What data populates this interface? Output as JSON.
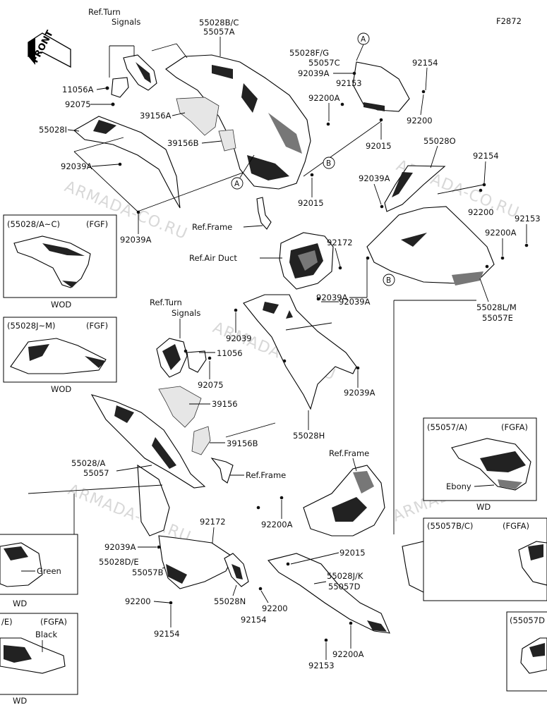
{
  "figure_code": "F2872",
  "front_arrow": "FRONT",
  "watermark": "ARMADA-CO.RU",
  "labels": {
    "ref_turn_signals_top_1": "Ref.Turn",
    "ref_turn_signals_top_2": "Signals",
    "p_11056A": "11056A",
    "p_92075_top": "92075",
    "p_55028I": "55028I",
    "p_92039A_left": "92039A",
    "p_92039A_bottom_left": "92039A",
    "p_55028BC": "55028B/C",
    "p_55057A": "55057A",
    "p_39156A": "39156A",
    "p_39156B_top": "39156B",
    "p_ref_frame_top": "Ref.Frame",
    "p_92015_mid": "92015",
    "p_55028FG": "55028F/G",
    "p_55057C": "55057C",
    "p_92039A_c": "92039A",
    "p_92153_top": "92153",
    "p_92154_top": "92154",
    "p_92200A_top": "92200A",
    "p_92200_top": "92200",
    "p_92015_top": "92015",
    "p_55028O": "55028O",
    "p_92154_r": "92154",
    "p_92039A_r": "92039A",
    "p_92200_r": "92200",
    "p_92153_r": "92153",
    "p_92200A_r": "92200A",
    "p_92172_top": "92172",
    "p_ref_air_duct": "Ref.Air Duct",
    "p_92039A_duct": "92039A",
    "p_55028LM": "55028L/M",
    "p_55057E": "55057E",
    "ref_turn_signals_mid_1": "Ref.Turn",
    "ref_turn_signals_mid_2": "Signals",
    "p_11056": "11056",
    "p_92075_mid": "92075",
    "p_39156": "39156",
    "p_39156B_mid": "39156B",
    "p_92039_mid": "92039",
    "p_92039A_mid_r": "92039A",
    "p_92039A_mid_r2": "92039A",
    "p_55028H": "55028H",
    "p_55028A": "55028/A",
    "p_55057": "55057",
    "p_ref_frame_mid": "Ref.Frame",
    "p_ref_frame_low": "Ref.Frame",
    "p_92172_low": "92172",
    "p_92200A_low": "92200A",
    "p_92039A_low": "92039A",
    "p_55028DE": "55028D/E",
    "p_55057B": "55057B",
    "p_92200_low": "92200",
    "p_92154_low": "92154",
    "p_55028N": "55028N",
    "p_92015_low": "92015",
    "p_55028JK": "55028J/K",
    "p_55057D": "55057D",
    "p_92200_low2": "92200",
    "p_92154_low2": "92154",
    "p_92200A_low2": "92200A",
    "p_92153_low": "92153",
    "callout_A": "A",
    "callout_B": "B"
  },
  "inset_boxes": {
    "fgf_1": {
      "code": "(55028/A~C)",
      "variant": "(FGF)",
      "caption": "WOD"
    },
    "fgf_2": {
      "code": "(55028J~M)",
      "variant": "(FGF)",
      "caption": "WOD"
    },
    "fgfa_ebony": {
      "code": "(55057/A)",
      "variant": "(FGFA)",
      "color": "Ebony",
      "caption": "WD"
    },
    "fgfa_bc": {
      "code": "(55057B/C)",
      "variant": "(FGFA)"
    },
    "green": {
      "color": "Green",
      "caption": "WD"
    },
    "black": {
      "code": "/E)",
      "variant": "(FGFA)",
      "color": "Black",
      "caption": "WD"
    },
    "fgfa_d": {
      "code": "(55057D"
    }
  }
}
